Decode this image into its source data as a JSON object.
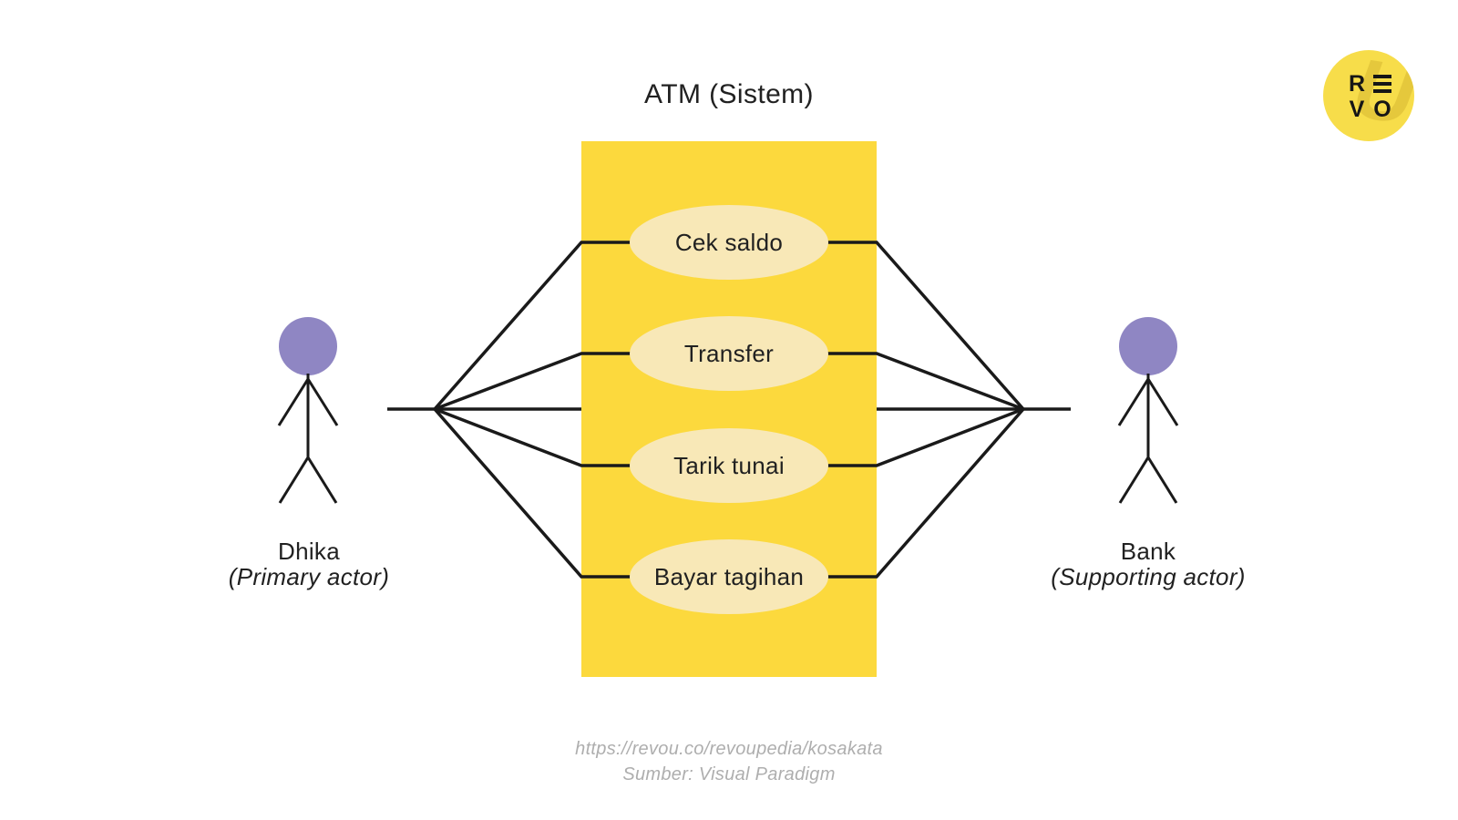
{
  "title": "ATM (Sistem)",
  "system": {
    "use_cases": [
      {
        "label": "Cek saldo"
      },
      {
        "label": "Transfer"
      },
      {
        "label": "Tarik tunai"
      },
      {
        "label": "Bayar tagihan"
      }
    ]
  },
  "actors": {
    "left": {
      "name": "Dhika",
      "role": "(Primary actor)"
    },
    "right": {
      "name": "Bank",
      "role": "(Supporting actor)"
    }
  },
  "footer": {
    "url": "https://revou.co/revoupedia/kosakata",
    "source": "Sumber: Visual Paradigm"
  },
  "logo": {
    "r": "R",
    "v": "V",
    "o": "O",
    "watermark": "U"
  },
  "colors": {
    "system_box": "#FCD93D",
    "usecase_fill": "#F8E8B7",
    "actor_head": "#8F86C3",
    "connector": "#1A1A1A",
    "footer_text": "#AEAEAE",
    "logo_bg": "#F7DD4A",
    "logo_text": "#161616"
  }
}
